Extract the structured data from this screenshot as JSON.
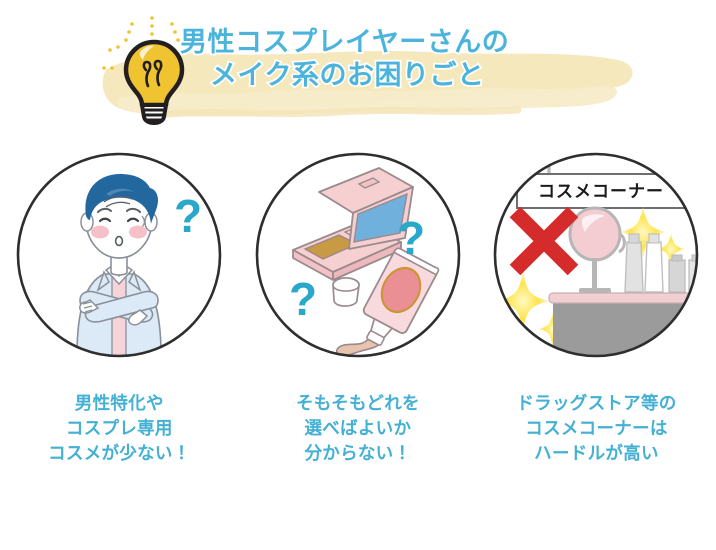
{
  "header": {
    "icon": "lightbulb-icon",
    "title_line1": "男性コスプレイヤーさんの",
    "title_line2": "メイク系のお困りごと",
    "title_color": "#4cb4dc",
    "brush_color": "#f5e8bd",
    "bulb_color": "#f0c330"
  },
  "columns": [
    {
      "id": "column-1",
      "scene": "troubled-man",
      "scene_label": "悩む男性",
      "question_marks": 1,
      "caption_lines": [
        "男性特化や",
        "コスプレ専用",
        "コスメが少ない！"
      ]
    },
    {
      "id": "column-2",
      "scene": "cosmetics-items",
      "scene_label": "コスメアイテム",
      "question_marks": 2,
      "caption_lines": [
        "そもそもどれを",
        "選べばよいか",
        "分からない！"
      ]
    },
    {
      "id": "column-3",
      "scene": "cosmetics-counter",
      "scene_label": "コスメカウンター",
      "sign_label": "コスメコーナー",
      "mark": "red-x",
      "caption_lines": [
        "ドラッグストア等の",
        "コスメコーナーは",
        "ハードルが高い"
      ]
    }
  ],
  "colors": {
    "caption": "#43b0d4",
    "question_mark": "#29a8cc",
    "circle_outline": "#2e2e2e",
    "hair": "#22689f",
    "shirt": "#dceaf7",
    "inner_shirt": "#f6d3d9",
    "blush": "#f6c0c8",
    "compact_pink": "#f6cfd0",
    "mirror_blue": "#6fb0dd",
    "powder_dark": "#c79a43",
    "powder_light": "#f2e0b0",
    "tube_pink": "#f8d9dd",
    "tube_oval": "#ea8f94",
    "red_x": "#d52b2b",
    "sparkle": "#ffe44d",
    "counter_gray": "#9b9b9b",
    "counter_top": "#f2cfd2",
    "bottle_gray": "#cfcfcf"
  }
}
